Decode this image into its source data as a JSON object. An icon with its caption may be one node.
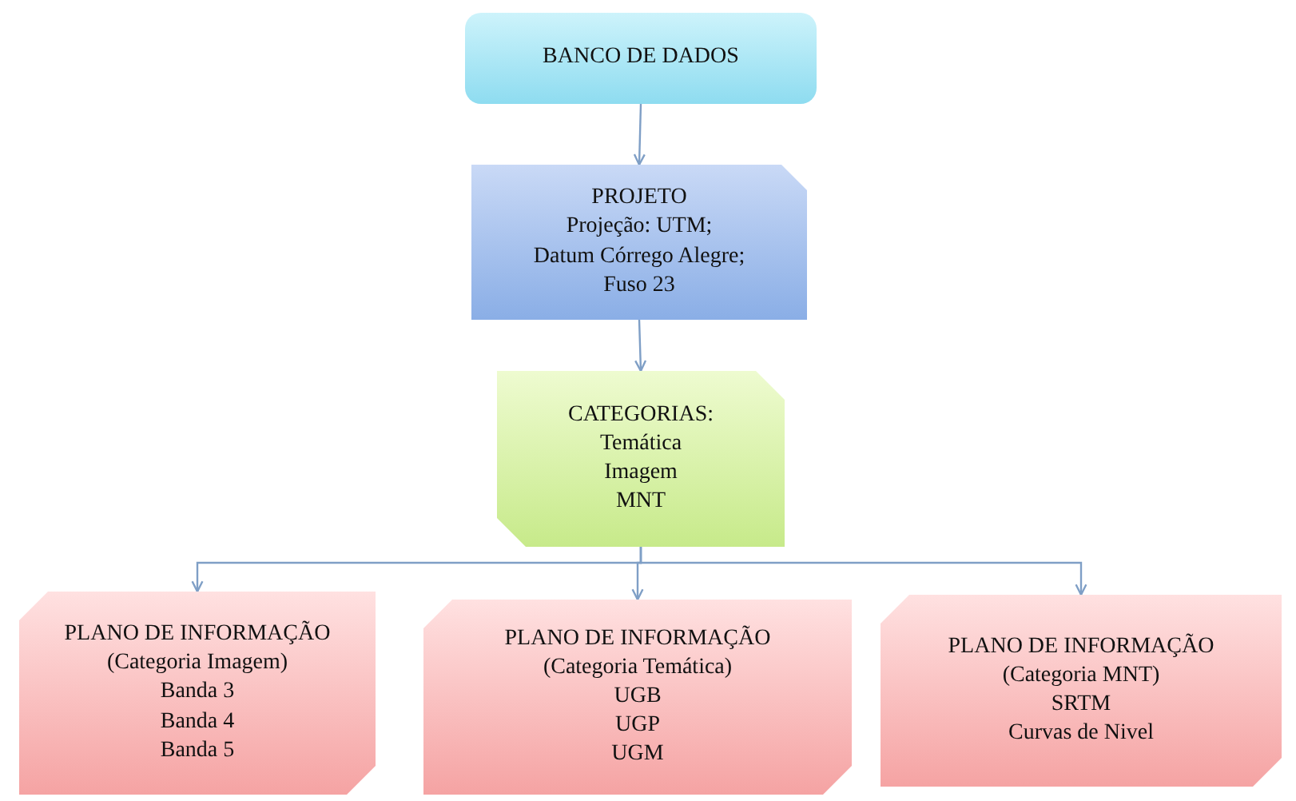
{
  "diagram": {
    "nodes": [
      {
        "text": [
          "BANCO DE DADOS"
        ]
      },
      {
        "text": [
          "PROJETO",
          "Projeção: UTM;",
          "Datum Córrego Alegre;",
          "Fuso 23"
        ]
      },
      {
        "text": [
          "CATEGORIAS:",
          "Temática",
          "Imagem",
          "MNT"
        ]
      },
      {
        "text": [
          "PLANO DE INFORMAÇÃO",
          "(Categoria Imagem)",
          "Banda 3",
          "Banda 4",
          "Banda 5"
        ]
      },
      {
        "text": [
          "PLANO DE INFORMAÇÃO",
          "(Categoria Temática)",
          "UGB",
          "UGP",
          "UGM"
        ]
      },
      {
        "text": [
          "PLANO DE INFORMAÇÃO",
          "(Categoria MNT)",
          "SRTM",
          "Curvas de Nivel"
        ]
      }
    ],
    "edges": [
      {
        "from": 0,
        "to": 1,
        "arrow": "to"
      },
      {
        "from": 1,
        "to": 2,
        "arrow": "to"
      },
      {
        "from": 2,
        "to": 3,
        "arrow": "to"
      },
      {
        "from": 2,
        "to": 4,
        "arrow": "to"
      },
      {
        "from": 2,
        "to": 5,
        "arrow": "to"
      }
    ]
  }
}
